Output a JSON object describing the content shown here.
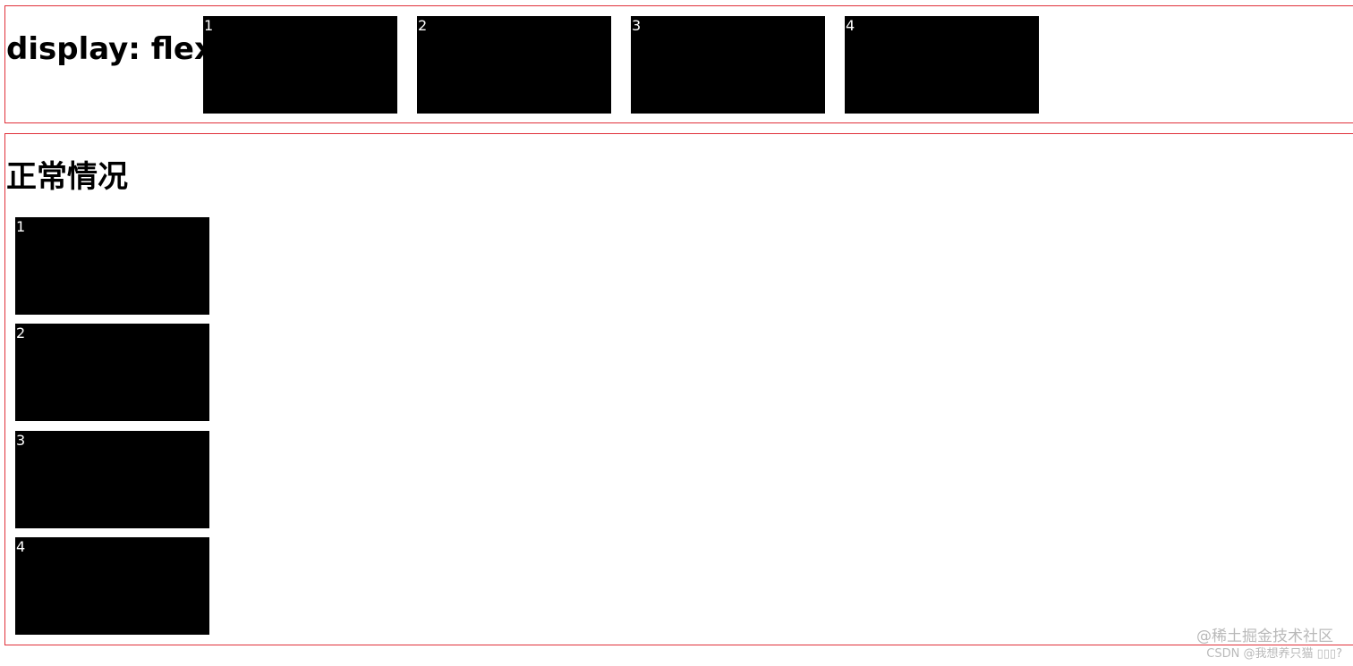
{
  "flex_section": {
    "heading": "display: flex",
    "boxes": [
      "1",
      "2",
      "3",
      "4"
    ]
  },
  "normal_section": {
    "heading": "正常情况",
    "boxes": [
      "1",
      "2",
      "3",
      "4"
    ]
  },
  "watermark": {
    "line1": "@稀土掘金技术社区",
    "line2": "CSDN @我想养只猫 ▯▯▯?"
  },
  "colors": {
    "border": "#e0303a",
    "box_bg": "#000000",
    "box_text": "#ffffff",
    "watermark": "#b9b9b9"
  }
}
